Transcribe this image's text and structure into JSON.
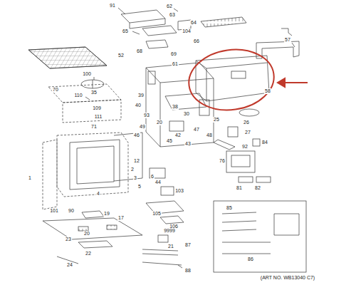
{
  "diagram": {
    "labels": [
      "91",
      "62",
      "63",
      "64",
      "65",
      "66",
      "104",
      "68",
      "69",
      "61",
      "57",
      "58",
      "52",
      "100",
      "35",
      "70",
      "110",
      "109",
      "111",
      "71",
      "39",
      "40",
      "38",
      "30",
      "93",
      "20",
      "49",
      "46",
      "47",
      "48",
      "42",
      "43",
      "45",
      "25",
      "26",
      "27",
      "84",
      "12",
      "2",
      "3",
      "5",
      "6",
      "4",
      "1",
      "101",
      "44",
      "103",
      "76",
      "92",
      "81",
      "82",
      "105",
      "106",
      "90",
      "19",
      "17",
      "20",
      "23",
      "22",
      "24",
      "21",
      "9999",
      "87",
      "88",
      "85",
      "86",
      "(ART NO. WB13040 C7)"
    ]
  }
}
